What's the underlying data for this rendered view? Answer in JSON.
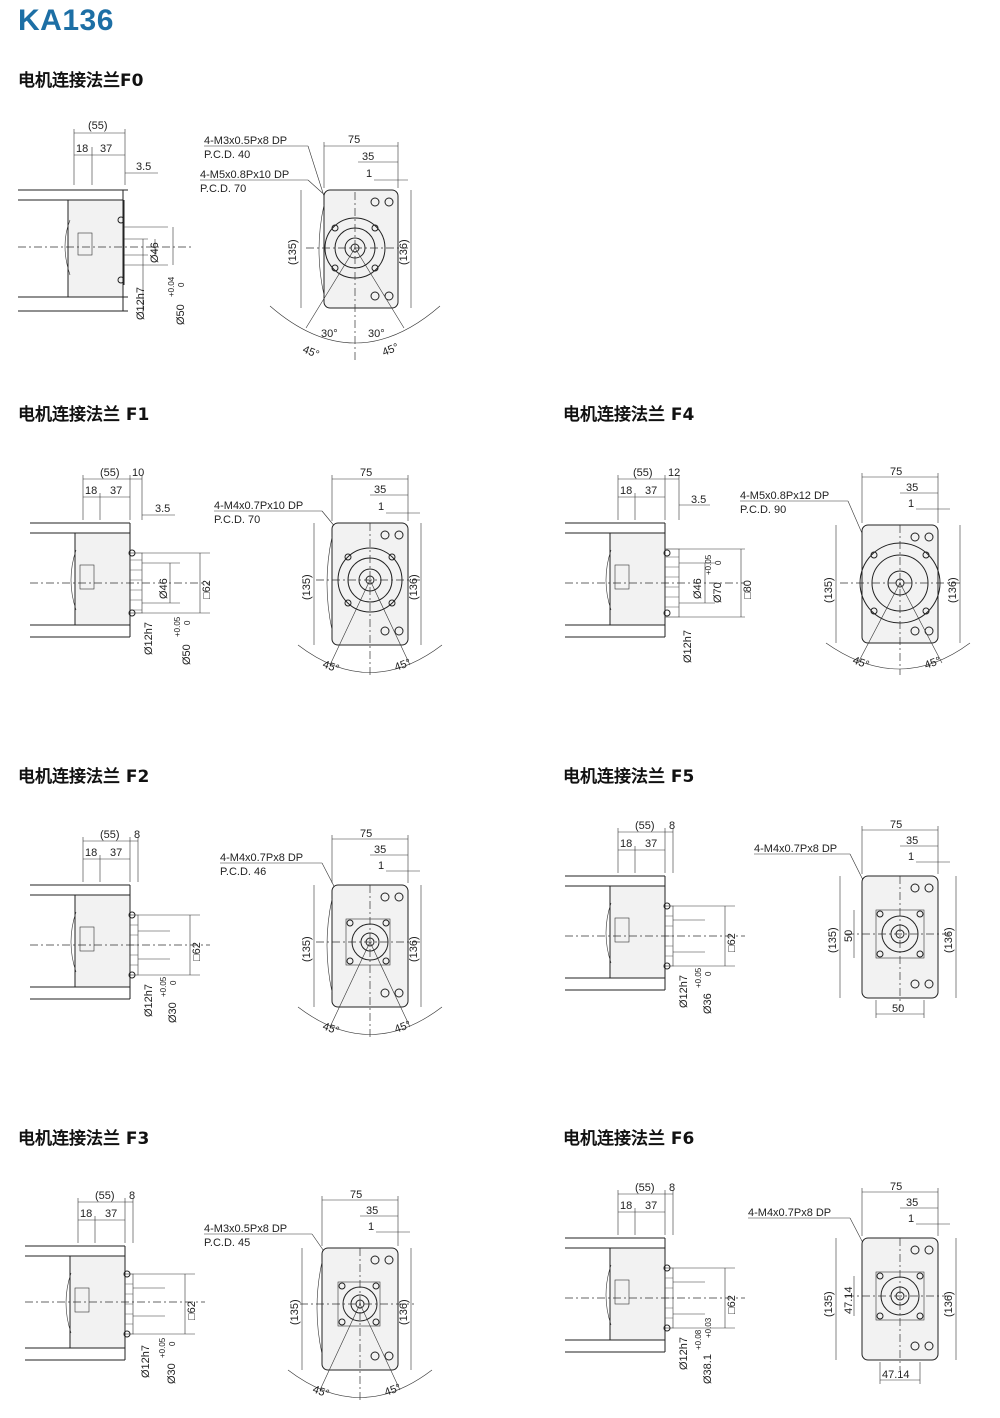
{
  "title": "KA136",
  "colors": {
    "title": "#1d6fa5"
  },
  "sections": {
    "f0": {
      "label": "电机连接法兰F0",
      "left_dims": [
        "(55)",
        "18",
        "37",
        "3.5",
        "Ø46",
        "Ø12h7",
        "Ø50",
        "+0.04",
        "0"
      ],
      "callout1": "4-M3x0.5Px8 DP",
      "pcd1": "P.C.D. 40",
      "callout2": "4-M5x0.8Px10 DP",
      "pcd2": "P.C.D. 70",
      "front_dims": [
        "75",
        "35",
        "1",
        "(135)",
        "(136)",
        "30°",
        "30°",
        "45°",
        "45°"
      ]
    },
    "f1": {
      "label": "电机连接法兰 F1",
      "left_dims": [
        "(55)",
        "10",
        "18",
        "37",
        "3.5",
        "Ø46",
        "□62",
        "Ø12h7",
        "Ø50",
        "+0.05",
        "0"
      ],
      "callout": "4-M4x0.7Px10 DP",
      "pcd": "P.C.D. 70",
      "front_dims": [
        "75",
        "35",
        "1",
        "(135)",
        "(136)",
        "45°",
        "45°"
      ]
    },
    "f4": {
      "label": "电机连接法兰 F4",
      "left_dims": [
        "(55)",
        "12",
        "18",
        "37",
        "3.5",
        "Ø46",
        "Ø70",
        "+0.05",
        "0",
        "□80",
        "Ø12h7"
      ],
      "callout": "4-M5x0.8Px12 DP",
      "pcd": "P.C.D. 90",
      "front_dims": [
        "75",
        "35",
        "1",
        "(135)",
        "(136)",
        "45°",
        "45°"
      ]
    },
    "f2": {
      "label": "电机连接法兰 F2",
      "left_dims": [
        "(55)",
        "8",
        "18",
        "37",
        "□62",
        "Ø12h7",
        "Ø30",
        "+0.05",
        "0"
      ],
      "callout": "4-M4x0.7Px8 DP",
      "pcd": "P.C.D. 46",
      "front_dims": [
        "75",
        "35",
        "1",
        "(135)",
        "(136)",
        "45°",
        "45°"
      ]
    },
    "f5": {
      "label": "电机连接法兰 F5",
      "left_dims": [
        "(55)",
        "8",
        "18",
        "37",
        "□62",
        "Ø12h7",
        "Ø36",
        "+0.05",
        "0"
      ],
      "callout": "4-M4x0.7Px8 DP",
      "front_dims": [
        "75",
        "35",
        "1",
        "(135)",
        "(136)",
        "50",
        "50"
      ]
    },
    "f3": {
      "label": "电机连接法兰 F3",
      "left_dims": [
        "(55)",
        "8",
        "18",
        "37",
        "□62",
        "Ø12h7",
        "Ø30",
        "+0.05",
        "0"
      ],
      "callout": "4-M3x0.5Px8 DP",
      "pcd": "P.C.D. 45",
      "front_dims": [
        "75",
        "35",
        "1",
        "(135)",
        "(136)",
        "45°",
        "45°"
      ]
    },
    "f6": {
      "label": "电机连接法兰 F6",
      "left_dims": [
        "(55)",
        "8",
        "18",
        "37",
        "□62",
        "Ø12h7",
        "Ø38.1",
        "+0.08",
        "+0.03"
      ],
      "callout": "4-M4x0.7Px8 DP",
      "front_dims": [
        "75",
        "35",
        "1",
        "(135)",
        "(136)",
        "47.14",
        "47.14"
      ]
    }
  }
}
